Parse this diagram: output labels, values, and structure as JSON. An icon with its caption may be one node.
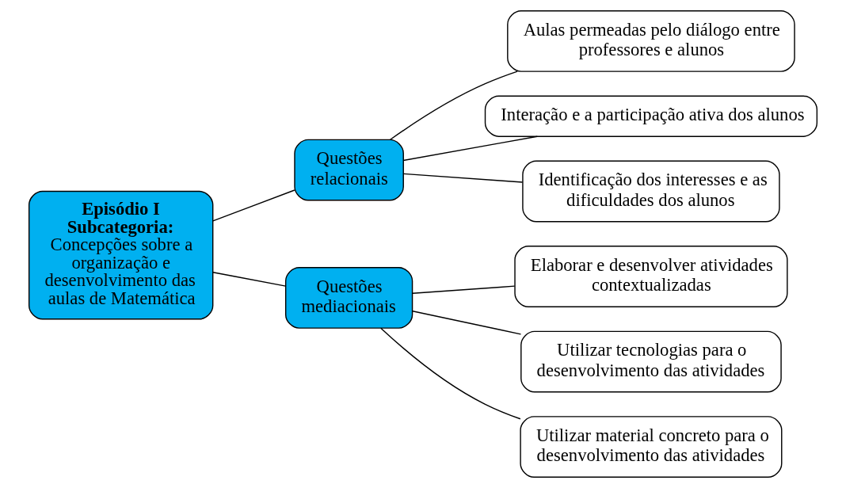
{
  "diagram": {
    "nodes": [
      {
        "text": [
          "Episódio I Subcategoria:",
          "Concepções sobre a organização e desenvolvimento das aulas de Matemática"
        ]
      },
      {
        "text": [
          "Questões relacionais"
        ]
      },
      {
        "text": [
          "Questões mediacionais"
        ]
      },
      {
        "text": [
          "Aulas permeadas pelo diálogo entre professores e alunos"
        ]
      },
      {
        "text": [
          "Interação e a participação ativa dos alunos"
        ]
      },
      {
        "text": [
          "Identificação dos interesses e as dificuldades dos alunos"
        ]
      },
      {
        "text": [
          "Elaborar e desenvolver atividades contextualizadas"
        ]
      },
      {
        "text": [
          "Utilizar tecnologias para o desenvolvimento das atividades"
        ]
      },
      {
        "text": [
          "Utilizar material concreto para o desenvolvimento das atividades"
        ]
      }
    ],
    "edges": [
      {
        "from": 0,
        "to": 1,
        "arrow": "none"
      },
      {
        "from": 0,
        "to": 2,
        "arrow": "none"
      },
      {
        "from": 1,
        "to": 3,
        "arrow": "none"
      },
      {
        "from": 1,
        "to": 4,
        "arrow": "none"
      },
      {
        "from": 1,
        "to": 5,
        "arrow": "none"
      },
      {
        "from": 2,
        "to": 6,
        "arrow": "none"
      },
      {
        "from": 2,
        "to": 7,
        "arrow": "none"
      },
      {
        "from": 2,
        "to": 8,
        "arrow": "none"
      }
    ]
  }
}
